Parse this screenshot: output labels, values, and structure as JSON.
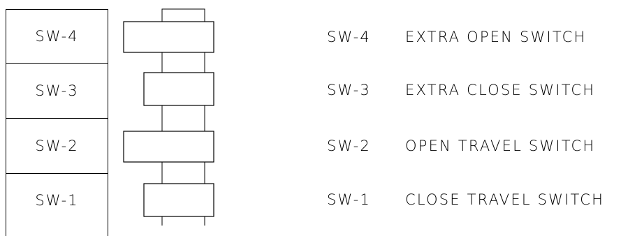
{
  "switches": [
    {
      "label": "SW-4",
      "legend_code": "SW-4",
      "legend_desc": "EXTRA OPEN SWITCH"
    },
    {
      "label": "SW-3",
      "legend_code": "SW-3",
      "legend_desc": "EXTRA CLOSE SWITCH"
    },
    {
      "label": "SW-2",
      "legend_code": "SW-2",
      "legend_desc": "OPEN TRAVEL SWITCH"
    },
    {
      "label": "SW-1",
      "legend_code": "SW-1",
      "legend_desc": "CLOSE TRAVEL SWITCH"
    }
  ],
  "colors": {
    "line": "#000000",
    "background": "#ffffff"
  }
}
